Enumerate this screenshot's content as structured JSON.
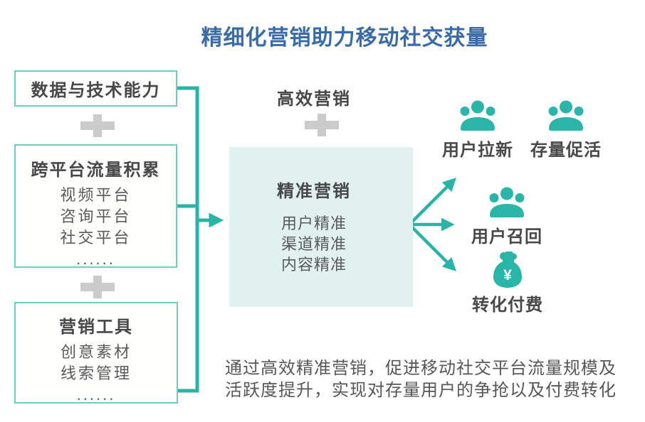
{
  "palette": {
    "title_blue": "#3A6BA6",
    "teal_line": "#2AB3A6",
    "teal_icon": "#2BB5A8",
    "teal_box_border": "#6FCCC2",
    "teal_box_fill": "#E1F1EF",
    "plus_gray": "#CBCBCB",
    "heading_text": "#474747",
    "body_text": "#5A5A5A"
  },
  "title": "精细化营销助力移动社交获量",
  "left_column": {
    "boxes": [
      {
        "title": "数据与技术能力",
        "items": []
      },
      {
        "title": "跨平台流量积累",
        "items": [
          "视频平台",
          "咨询平台",
          "社交平台",
          "......"
        ]
      },
      {
        "title": "营销工具",
        "items": [
          "创意素材",
          "线索管理",
          "......"
        ]
      }
    ],
    "plus_icon": "plus-icon"
  },
  "center": {
    "top_label": "高效营销",
    "plus_icon": "plus-icon",
    "box_title": "精准营销",
    "box_items": [
      "用户精准",
      "渠道精准",
      "内容精准"
    ]
  },
  "right_column": {
    "outcomes": [
      {
        "label": "用户拉新",
        "icon": "people-group-icon"
      },
      {
        "label": "存量促活",
        "icon": "people-group-icon"
      },
      {
        "label": "用户召回",
        "icon": "people-group-icon"
      },
      {
        "label": "转化付费",
        "icon": "money-bag-icon",
        "currency": "¥"
      }
    ]
  },
  "footer": {
    "line1": "通过高效精准营销，促进移动社交平台流量规模及",
    "line2": "活跃度提升，实现对存量用户的争抢以及付费转化"
  }
}
